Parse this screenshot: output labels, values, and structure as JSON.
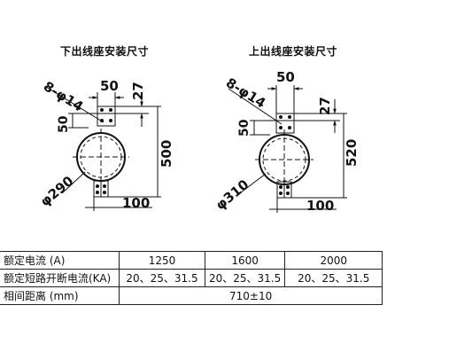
{
  "titles": {
    "left": "下出线座安装尺寸",
    "right": "上出线座安装尺寸"
  },
  "left_drawing": {
    "holes": "8-φ14",
    "dim_top_width": "50",
    "dim_top_height": "27",
    "dim_side": "50",
    "dim_height": "500",
    "dim_circle": "φ290",
    "dim_bottom": "100"
  },
  "right_drawing": {
    "holes": "8-φ14",
    "dim_top_width": "50",
    "dim_top_height": "27",
    "dim_side": "50",
    "dim_height": "520",
    "dim_circle": "φ310",
    "dim_bottom": "100"
  },
  "table": {
    "rows": [
      {
        "label": "额定电流 (A)",
        "values": [
          "1250",
          "1600",
          "2000"
        ]
      },
      {
        "label": "额定短路开断电流(KA)",
        "values": [
          "20、25、31.5",
          "20、25、31.5",
          "20、25、31.5"
        ]
      },
      {
        "label": "相间距离 (mm)",
        "value": "710±10"
      }
    ]
  }
}
